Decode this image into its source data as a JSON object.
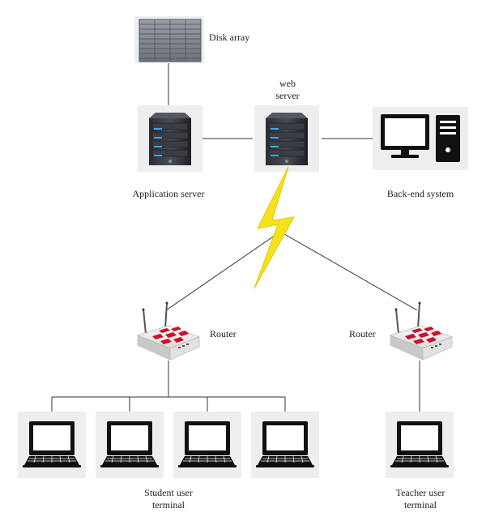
{
  "nodes": {
    "disk_array": "Disk array",
    "web_server_line1": "web",
    "web_server_line2": "server",
    "application_server": "Application server",
    "backend_system": "Back-end system",
    "router_left": "Router",
    "router_right": "Router",
    "student_terminal_line1": "Student user",
    "student_terminal_line2": "terminal",
    "teacher_terminal_line1": "Teacher user",
    "teacher_terminal_line2": "terminal"
  },
  "colors": {
    "line": "#333333",
    "lightning": "#f5e21b",
    "router_accent": "#c8102e",
    "tile_bg": "#eeeeee",
    "server_led": "#3aa9ff"
  },
  "icons": {
    "disk_array": "disk-array-icon",
    "server": "server-icon",
    "desktop": "desktop-computer-icon",
    "router": "wireless-router-icon",
    "laptop": "laptop-icon",
    "wireless_link": "lightning-bolt-icon"
  }
}
